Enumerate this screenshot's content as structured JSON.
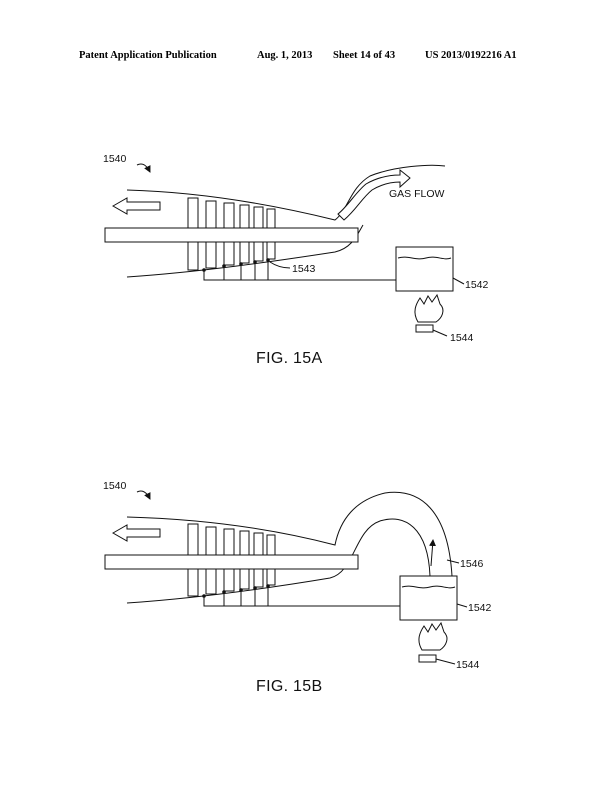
{
  "header": {
    "publication": "Patent Application Publication",
    "date": "Aug. 1, 2013",
    "sheet": "Sheet 14 of 43",
    "number": "US 2013/0192216 A1"
  },
  "fig_a": {
    "caption": "FIG. 15A",
    "ref_system": "1540",
    "ref_tank": "1542",
    "ref_manifold": "1543",
    "ref_burner": "1544",
    "gas_label": "GAS FLOW"
  },
  "fig_b": {
    "caption": "FIG. 15B",
    "ref_system": "1540",
    "ref_tank": "1542",
    "ref_pipe": "1546",
    "ref_burner": "1544"
  }
}
